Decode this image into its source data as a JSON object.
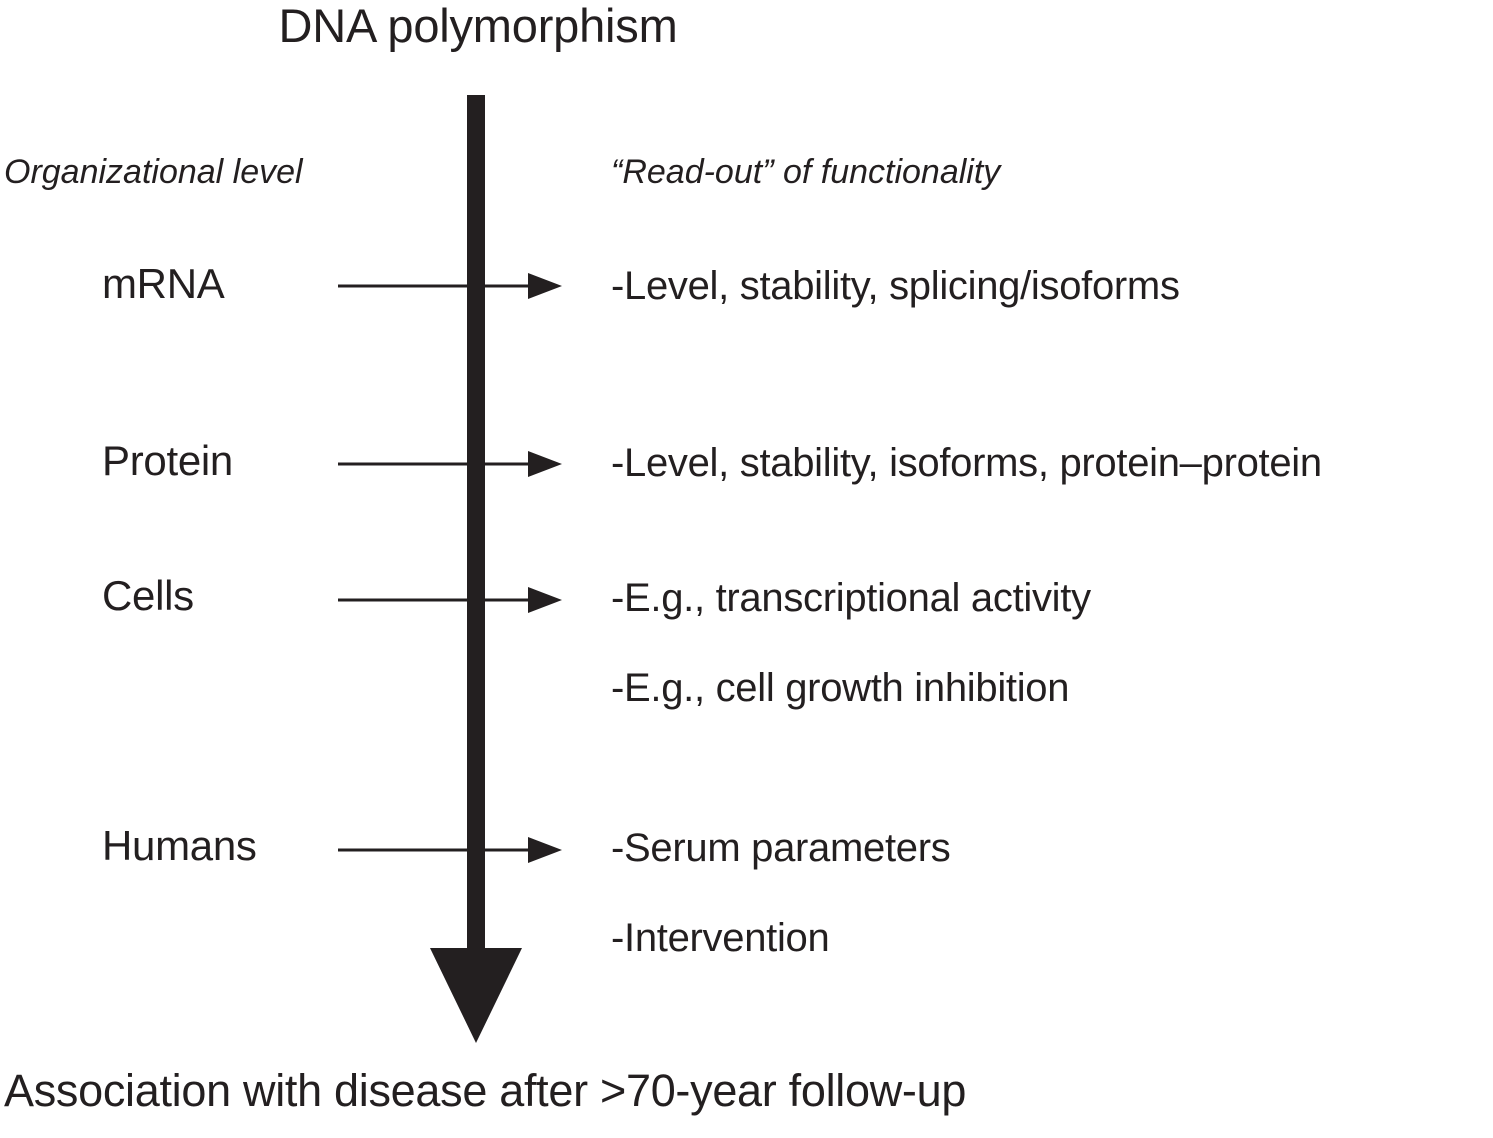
{
  "figure": {
    "title": "DNA polymorphism",
    "caption": "Association with disease after >70-year follow-up",
    "background_color": "#ffffff",
    "ink_color": "#231f20"
  },
  "columns": {
    "left_header": "Organizational level",
    "right_header": "“Read-out” of functionality"
  },
  "levels": [
    {
      "label": "mRNA",
      "readouts": [
        "-Level, stability, splicing/isoforms"
      ]
    },
    {
      "label": "Protein",
      "readouts": [
        "-Level, stability, isoforms, protein–protein"
      ]
    },
    {
      "label": "Cells",
      "readouts": [
        "-E.g., transcriptional activity",
        "-E.g., cell growth inhibition"
      ]
    },
    {
      "label": "Humans",
      "readouts": [
        "-Serum parameters",
        "-Intervention"
      ]
    }
  ],
  "arrows": {
    "main_vertical": "downward-arrow",
    "connectors": [
      "right-arrow",
      "right-arrow",
      "right-arrow",
      "right-arrow"
    ]
  }
}
